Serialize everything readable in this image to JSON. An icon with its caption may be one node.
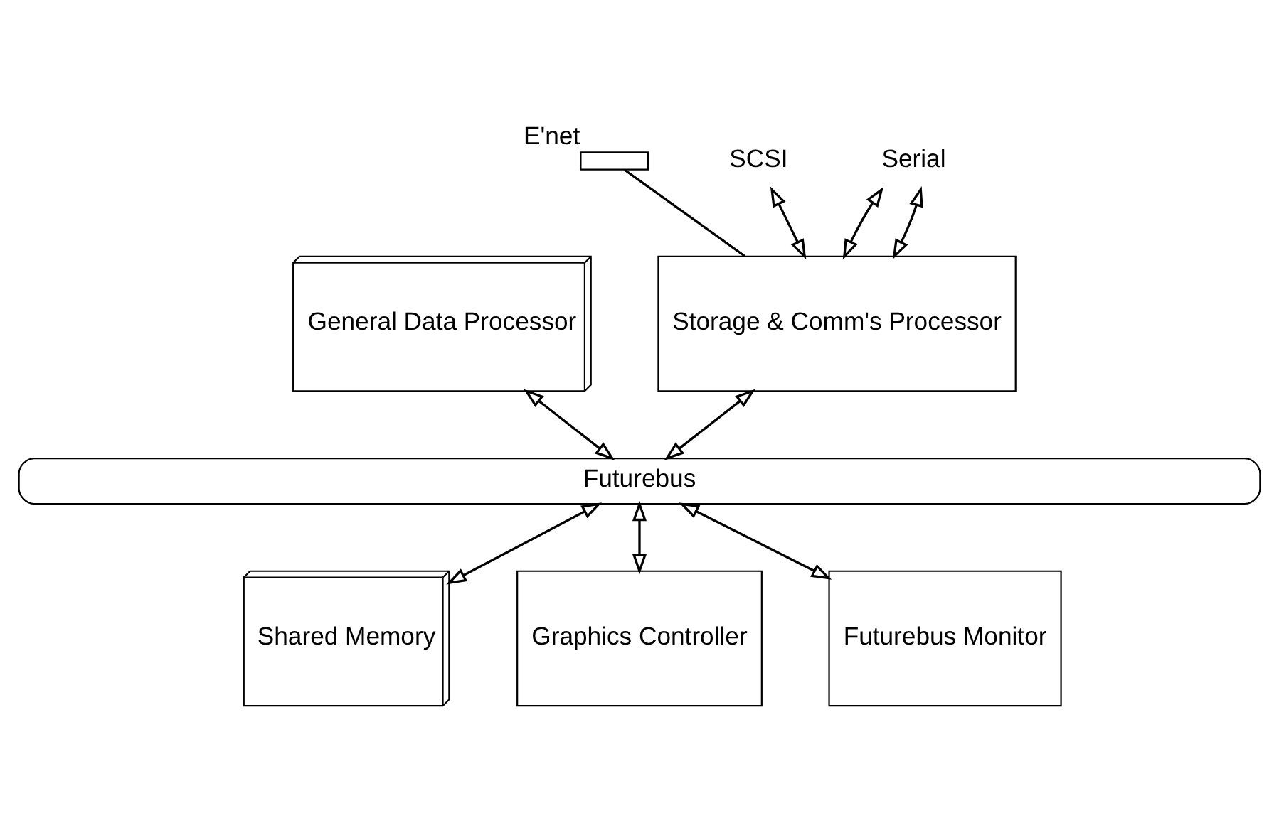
{
  "diagram": {
    "nodes": [
      {
        "text": [
          "General Data Processor"
        ]
      },
      {
        "text": [
          "Storage & Comm's Processor"
        ]
      },
      {
        "text": [
          "Futurebus"
        ]
      },
      {
        "text": [
          "Shared Memory"
        ]
      },
      {
        "text": [
          "Graphics Controller"
        ]
      },
      {
        "text": [
          "Futurebus Monitor"
        ]
      },
      {
        "text": [
          "E'net"
        ]
      },
      {
        "text": [
          "SCSI"
        ]
      },
      {
        "text": [
          "Serial"
        ]
      }
    ],
    "edges": [
      {
        "from": 0,
        "to": 2,
        "arrow": "both"
      },
      {
        "from": 1,
        "to": 2,
        "arrow": "both"
      },
      {
        "from": 2,
        "to": 3,
        "arrow": "both"
      },
      {
        "from": 2,
        "to": 4,
        "arrow": "both"
      },
      {
        "from": 2,
        "to": 5,
        "arrow": "both"
      },
      {
        "from": 6,
        "to": 1,
        "arrow": "none"
      },
      {
        "from": 7,
        "to": 1,
        "arrow": "both"
      },
      {
        "from": 8,
        "to": 1,
        "arrow": "both"
      },
      {
        "from": 8,
        "to": 1,
        "arrow": "both"
      }
    ]
  }
}
